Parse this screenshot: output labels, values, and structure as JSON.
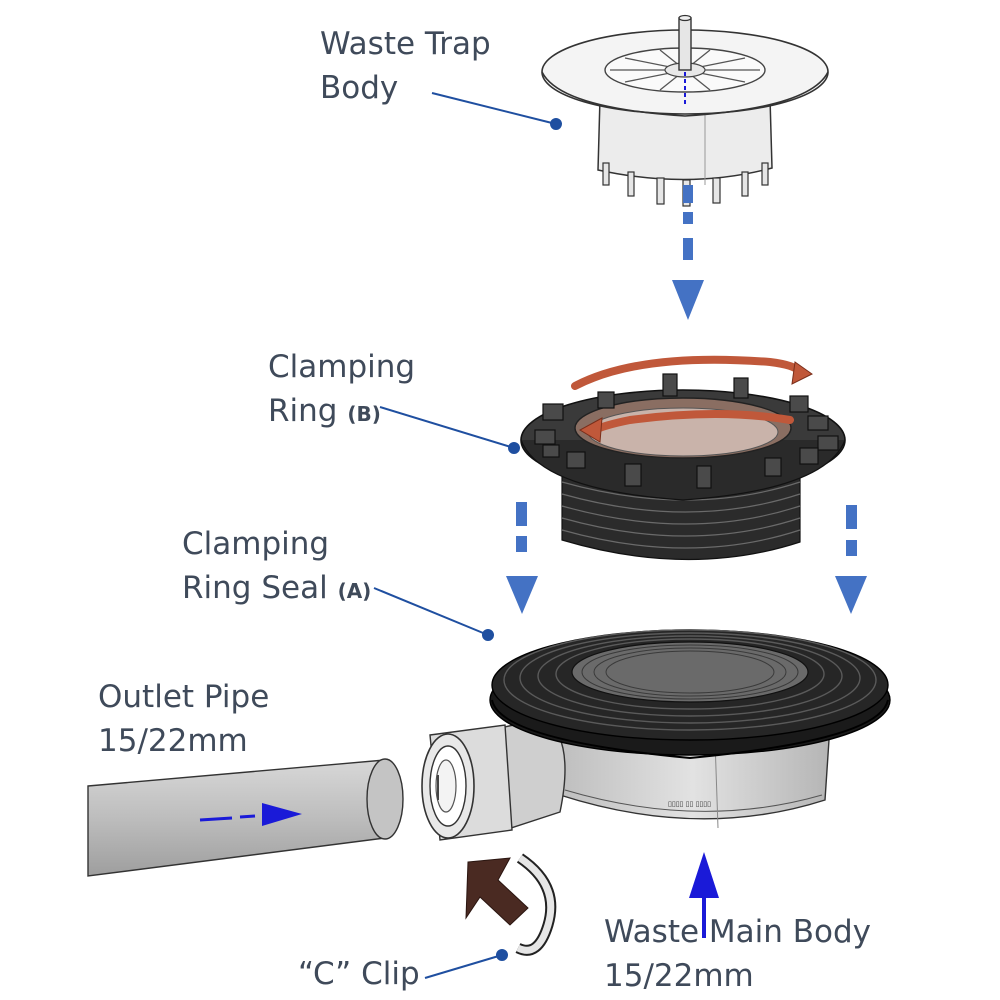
{
  "labels": {
    "waste_trap_body": {
      "line1": "Waste Trap",
      "line2": "Body"
    },
    "clamping_ring": {
      "line1": "Clamping",
      "line2": "Ring",
      "tag": "(B)"
    },
    "clamping_ring_seal": {
      "line1": "Clamping",
      "line2": "Ring Seal",
      "tag": "(A)"
    },
    "outlet_pipe": {
      "line1": "Outlet Pipe",
      "line2": "15/22mm"
    },
    "c_clip": {
      "line1": "“C” Clip"
    },
    "waste_main_body": {
      "line1": "Waste Main Body",
      "line2": "15/22mm"
    }
  },
  "colors": {
    "leader_line": "#1f4fa0",
    "assembly_arrow": "#4472c4",
    "rotation_arrow": "#c0583a",
    "insert_arrow": "#4a2a22",
    "flow_arrow": "#1a1ad8",
    "part_grey": "#c8c8c8",
    "seal_black": "#1a1a1a"
  }
}
